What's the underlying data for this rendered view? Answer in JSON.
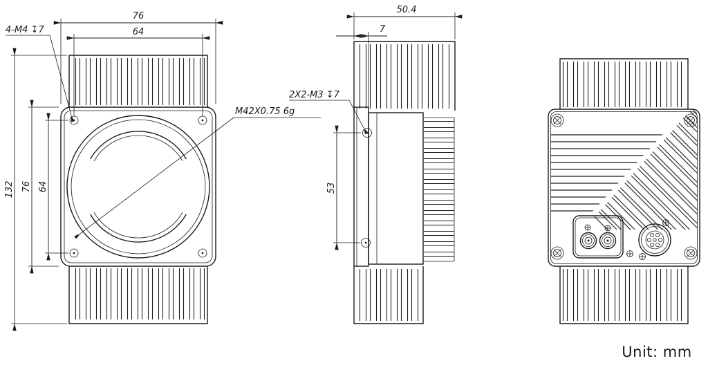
{
  "drawing": {
    "unit_note": "Unit: mm",
    "front_view": {
      "dim_width": "76",
      "dim_hole_spacing_h": "64",
      "dim_total_height": "132",
      "dim_height": "76",
      "dim_hole_spacing_v": "64",
      "label_corner_holes": "4-M4 ↧7",
      "label_lens_mount": "M42X0.75 6g"
    },
    "side_view": {
      "dim_depth": "50.4",
      "dim_plate_thickness": "7",
      "dim_side_hole_spacing": "53",
      "label_side_holes": "2X2-M3 ↧7"
    },
    "colors": {
      "line": "#1a1a1a",
      "background": "#ffffff"
    }
  }
}
